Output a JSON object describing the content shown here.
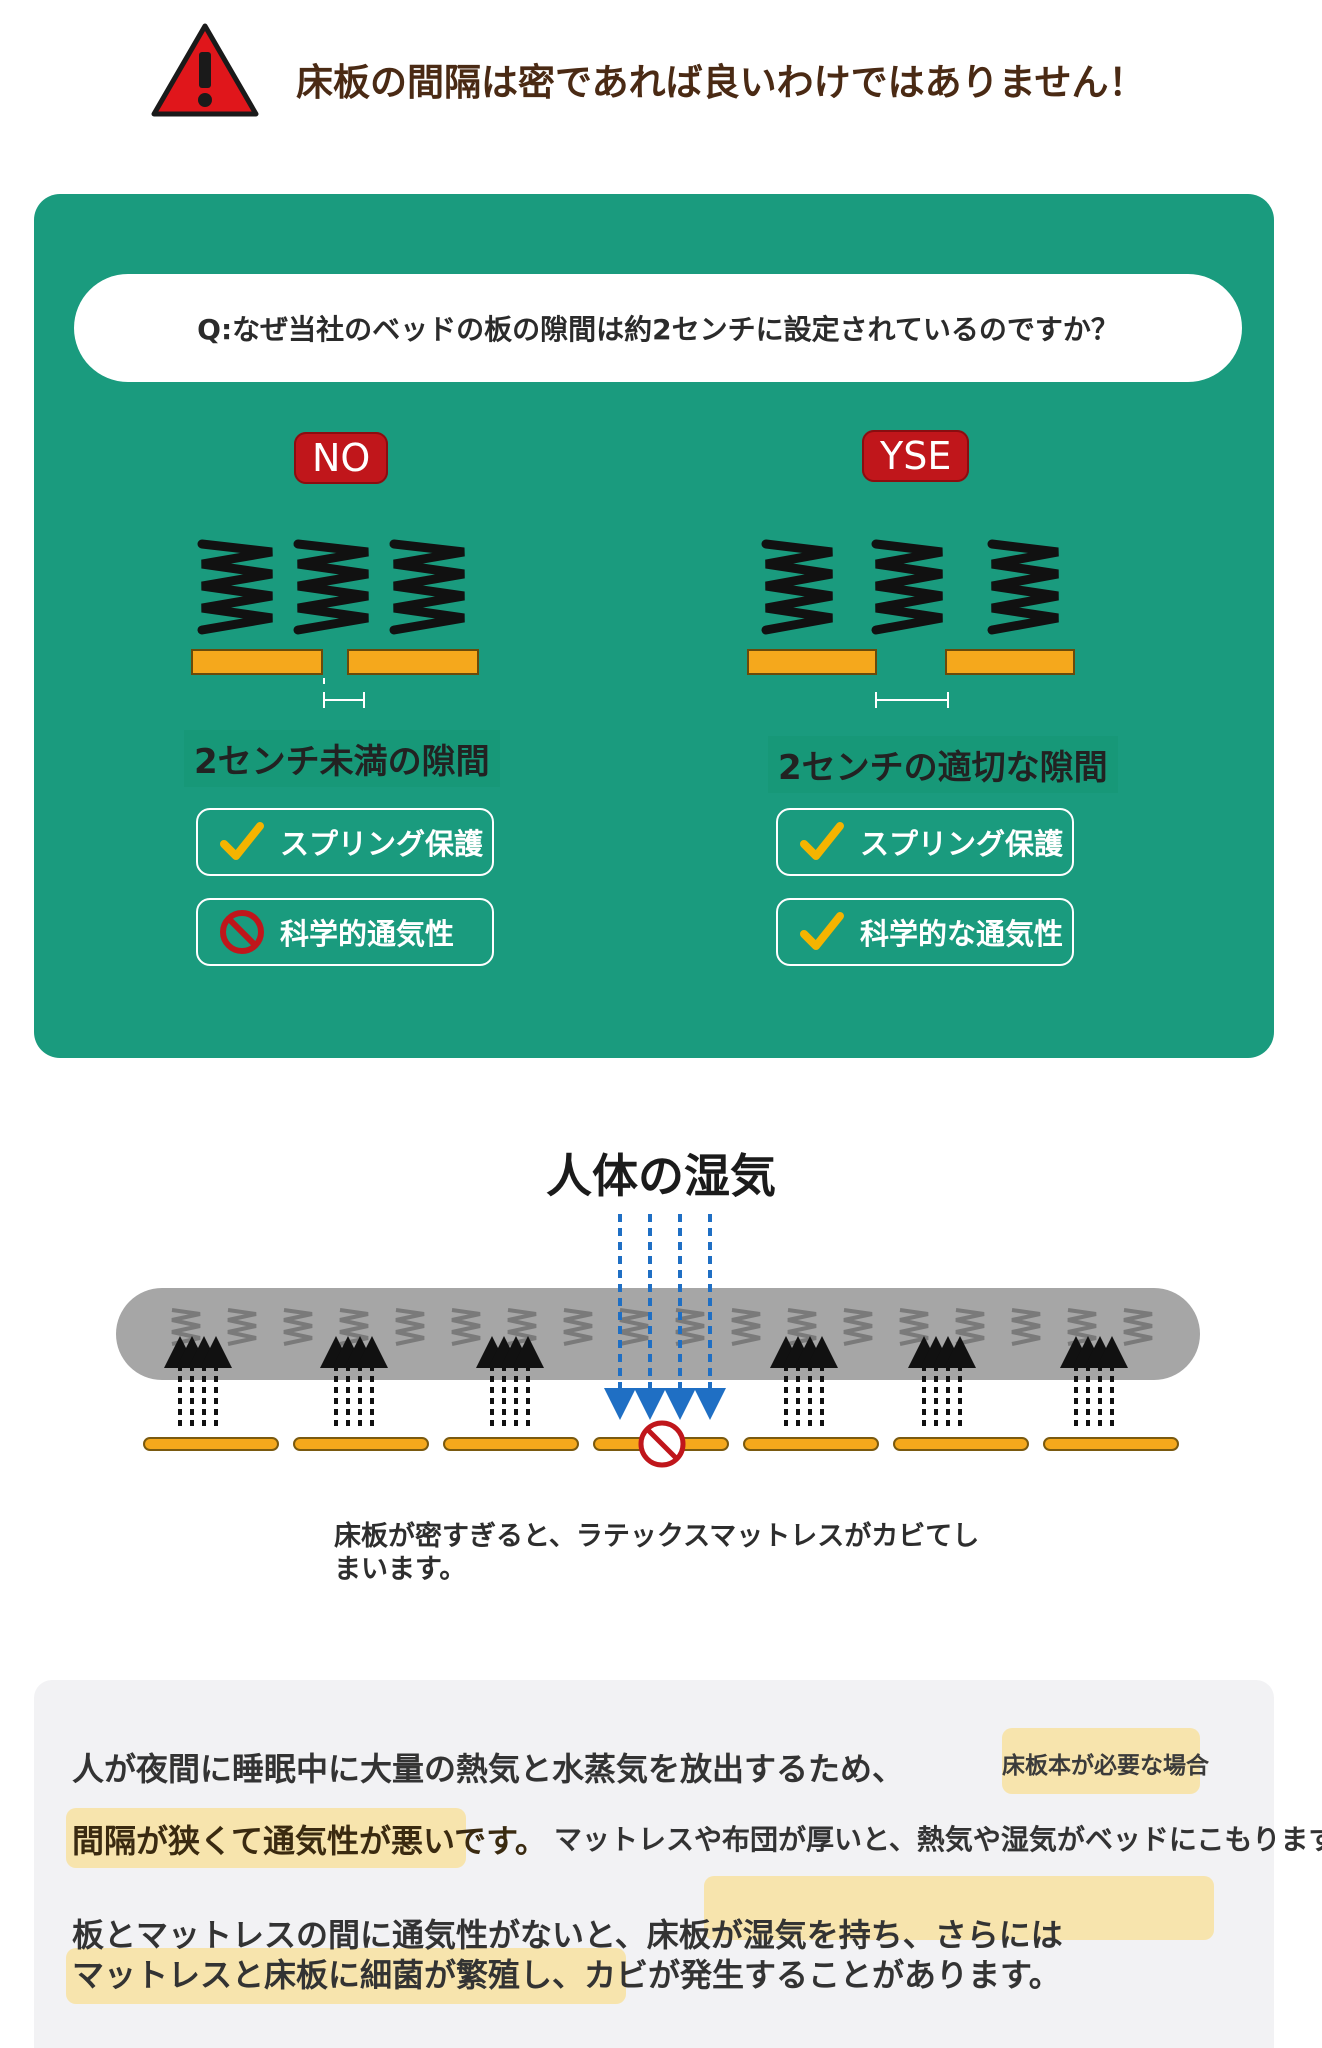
{
  "header": {
    "title": "床板の間隔は密であれば良いわけではありません！"
  },
  "comparison": {
    "question": "Q:なぜ当社のベッドの板の隙間は約2センチに設定されているのですか？",
    "no": {
      "badge": "NO",
      "gap_label": "2センチ未満の隙間",
      "features": [
        {
          "label": "スプリング保護",
          "status": "check"
        },
        {
          "label": "科学的通気性",
          "status": "prohibited"
        }
      ]
    },
    "yes": {
      "badge": "YSE",
      "gap_label": "2センチの適切な隙間",
      "features": [
        {
          "label": "スプリング保護",
          "status": "check"
        },
        {
          "label": "科学的な通気性",
          "status": "check"
        }
      ]
    }
  },
  "diagram": {
    "title": "人体の湿気",
    "caption": "床板が密すぎると、ラテックスマットレスがカビてしまいます。"
  },
  "explanation": {
    "line1": "人が夜間に睡眠中に大量の熱気と水蒸気を放出するため、",
    "note": "床板本が必要な場合",
    "line2": "間隔が狭くて通気性が悪いです。",
    "line3": "マットレスや布団が厚いと、熱気や湿気がベッドにこもります。",
    "line4": "板とマットレスの間に通気性がないと、床板が湿気を持ち、さらには",
    "line5": "マットレスと床板に細菌が繁殖し、カビが発生することがあります。"
  },
  "colors": {
    "panel": "#1a9b7e",
    "badge": "#c0161b",
    "slat": "#f5a81c",
    "check": "#f5b400",
    "arrow": "#1f6fc4",
    "warning": "#e0161b"
  },
  "icons": {
    "warning": "warning-triangle-icon",
    "check": "check-icon",
    "prohibited": "prohibited-icon"
  }
}
